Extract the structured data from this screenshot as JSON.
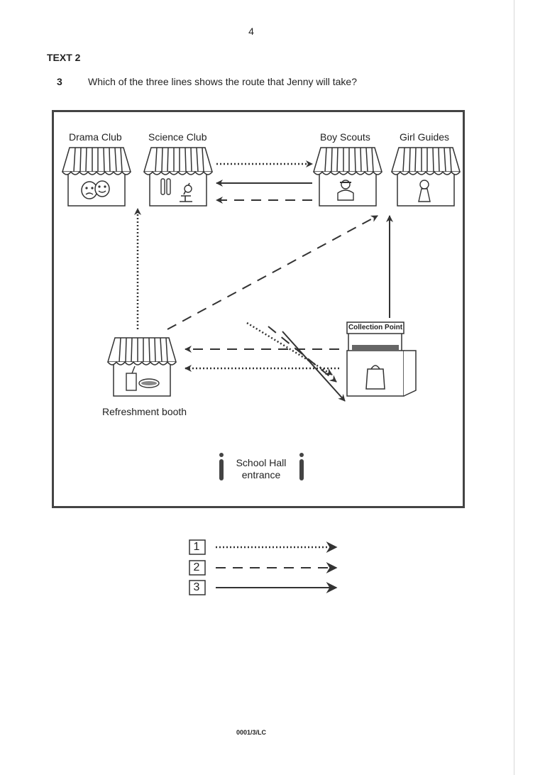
{
  "page_number": "4",
  "section_title": "TEXT 2",
  "question": {
    "number": "3",
    "text": "Which of the three lines shows the route that Jenny will take?"
  },
  "map": {
    "booths": {
      "drama": "Drama Club",
      "science": "Science Club",
      "scouts": "Boy Scouts",
      "guides": "Girl Guides",
      "refreshment": "Refreshment booth"
    },
    "collection_point": "Collection Point",
    "entrance": [
      "School Hall",
      "entrance"
    ]
  },
  "legend": [
    {
      "number": "1",
      "line": "dotted"
    },
    {
      "number": "2",
      "line": "dashed"
    },
    {
      "number": "3",
      "line": "solid"
    }
  ],
  "footer_code": "0001/3/LC"
}
